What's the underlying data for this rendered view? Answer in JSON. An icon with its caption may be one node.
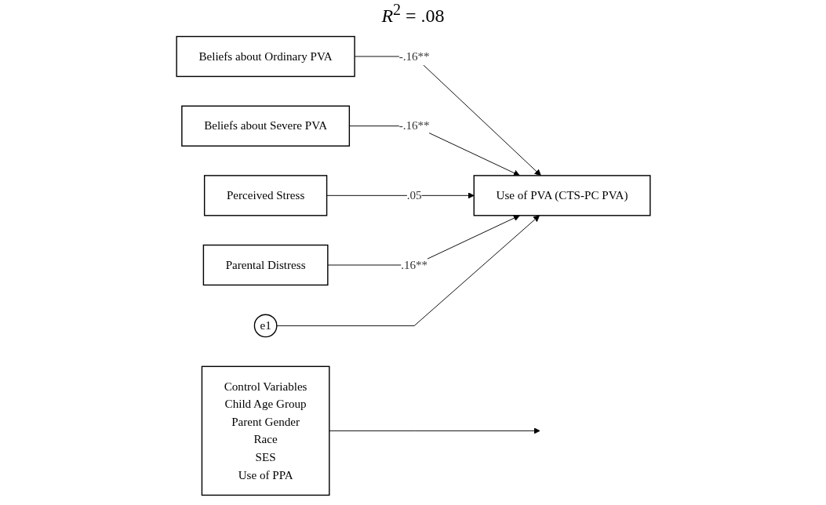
{
  "diagram": {
    "nodes": [
      {
        "text": [
          "Beliefs about Ordinary PVA"
        ]
      },
      {
        "text": [
          "Beliefs about Severe PVA"
        ]
      },
      {
        "text": [
          "Perceived Stress"
        ]
      },
      {
        "text": [
          "Parental Distress"
        ]
      },
      {
        "text": [
          "Control Variables",
          "Child Age Group",
          "Parent Gender",
          "Race",
          "SES",
          "Use of PPA"
        ]
      },
      {
        "text": [
          "Use of PVA (CTS-PC PVA)"
        ]
      },
      {
        "text": [
          "e1"
        ]
      }
    ],
    "edges": [
      {
        "from": 0,
        "to": 5,
        "arrow": "to",
        "label": "-.16**"
      },
      {
        "from": 1,
        "to": 5,
        "arrow": "to",
        "label": "-.16**"
      },
      {
        "from": 2,
        "to": 5,
        "arrow": "to",
        "label": ".05"
      },
      {
        "from": 3,
        "to": 5,
        "arrow": "to",
        "label": ".16**"
      },
      {
        "from": 4,
        "to": null,
        "arrow": "to"
      },
      {
        "from": 6,
        "to": 5,
        "arrow": "to"
      }
    ],
    "labels": [
      "*R*$^{2}$ = .08"
    ]
  }
}
